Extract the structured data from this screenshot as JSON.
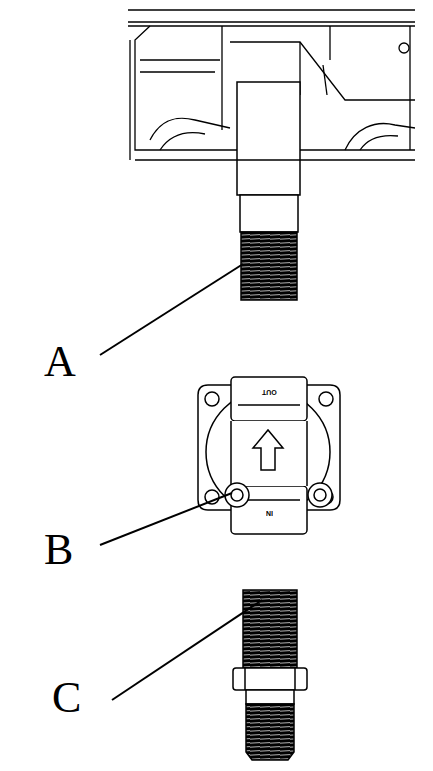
{
  "diagram": {
    "labels": [
      "A",
      "B",
      "C",
      "OUT",
      "IN"
    ]
  }
}
